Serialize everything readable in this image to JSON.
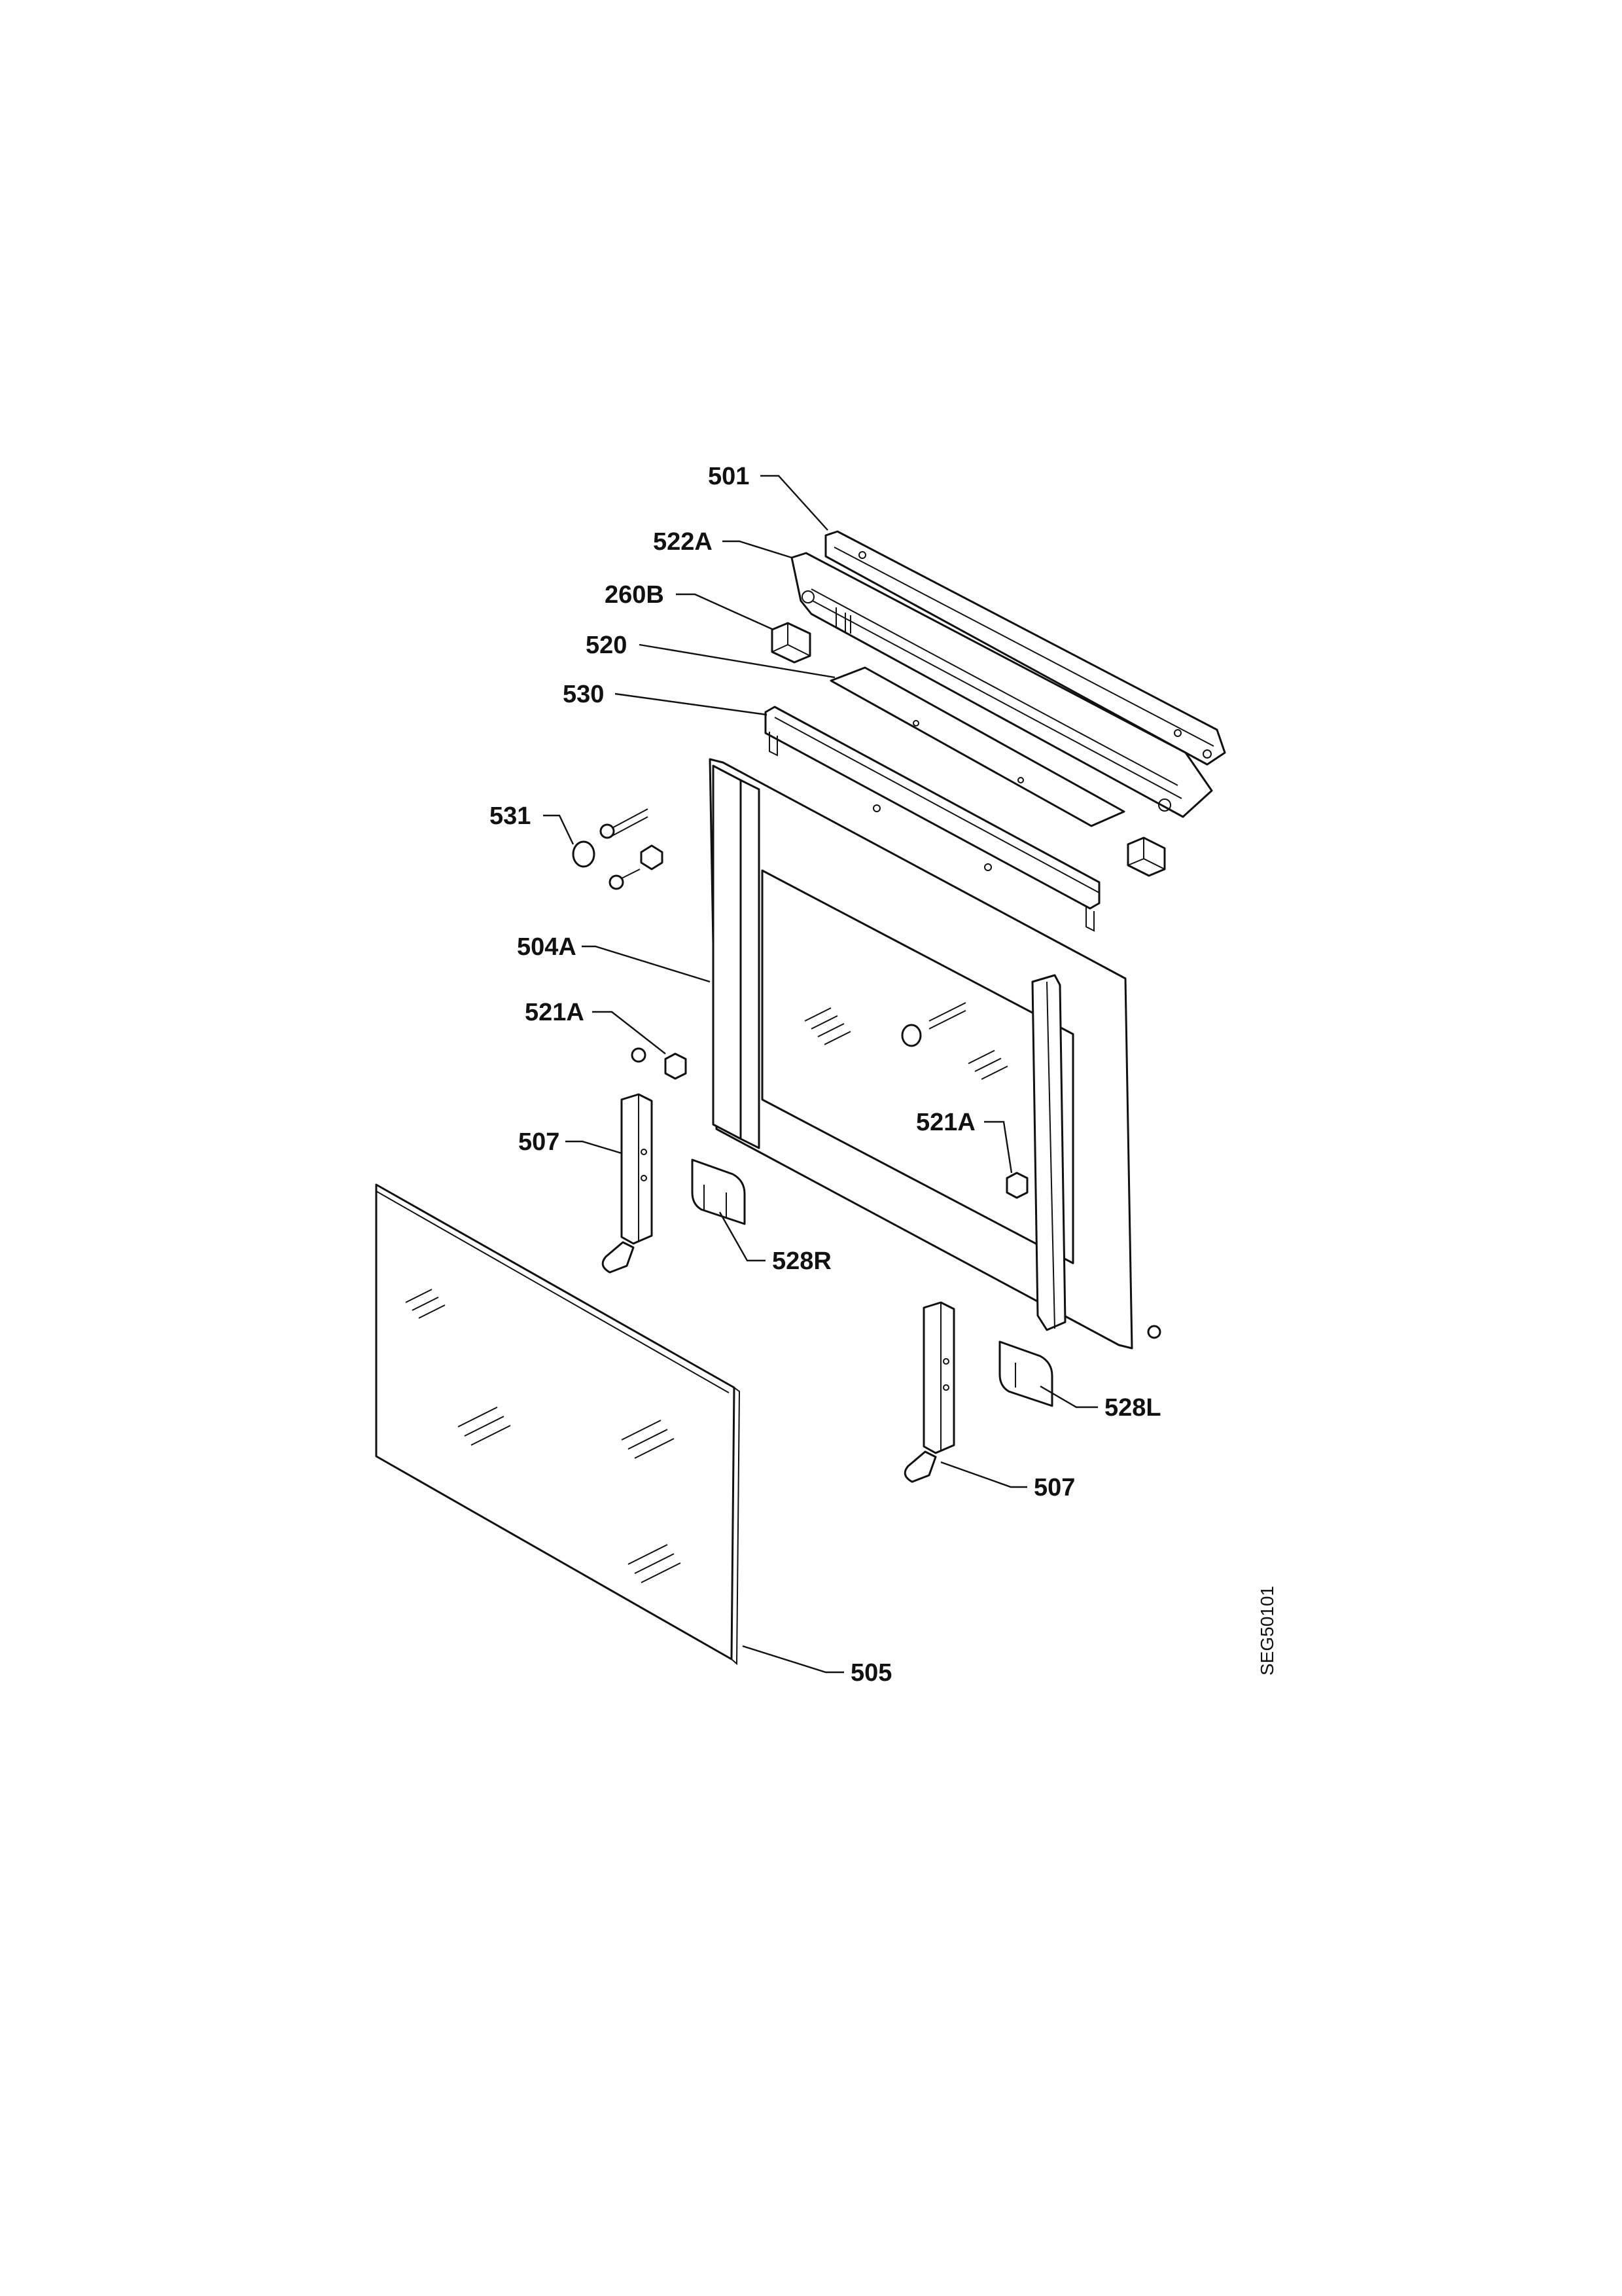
{
  "diagram": {
    "drawing_code": "SEG50101",
    "labels": {
      "l501": "501",
      "l522A": "522A",
      "l260B": "260B",
      "l520": "520",
      "l530": "530",
      "l531": "531",
      "l504A": "504A",
      "l521A_left": "521A",
      "l521A_right": "521A",
      "l507_left": "507",
      "l507_right": "507",
      "l528R": "528R",
      "l528L": "528L",
      "l505": "505"
    }
  }
}
